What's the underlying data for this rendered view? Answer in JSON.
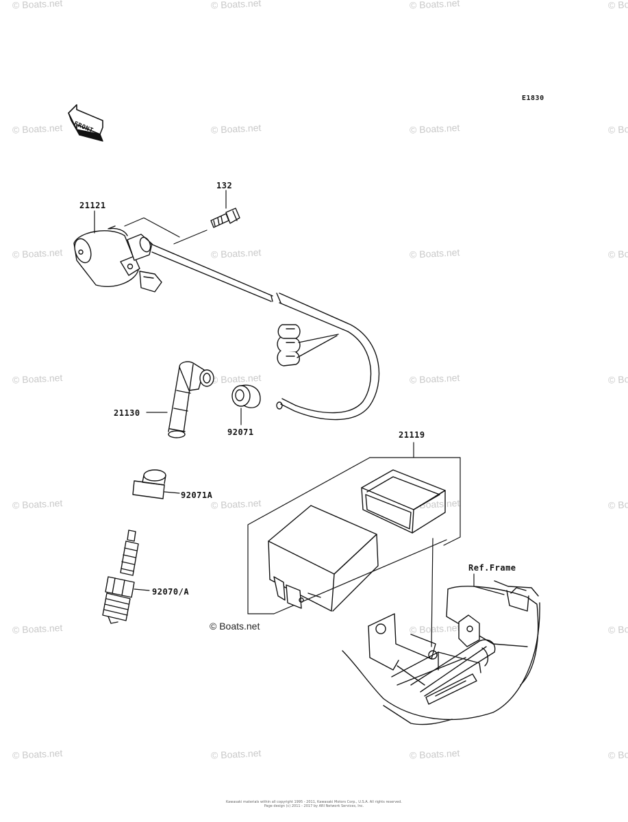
{
  "diagram_code": "E1830",
  "front_label": "FRONT",
  "watermark_text": "© Boats.net",
  "parts": {
    "p132": "132",
    "p21121": "21121",
    "p21130": "21130",
    "p92071": "92071",
    "p21119": "21119",
    "p92071A": "92071A",
    "p92070A": "92070/A",
    "ref_frame": "Ref.Frame"
  },
  "footer": {
    "line1": "Kawasaki materials within all copyright 1995 - 2011, Kawasaki Motors Corp., U.S.A. All rights reserved.",
    "line2": "Page design (c) 2011 - 2017 by ARI Network Services, Inc."
  },
  "colors": {
    "line": "#111111",
    "watermark": "#c9c9c9",
    "background": "#ffffff"
  }
}
